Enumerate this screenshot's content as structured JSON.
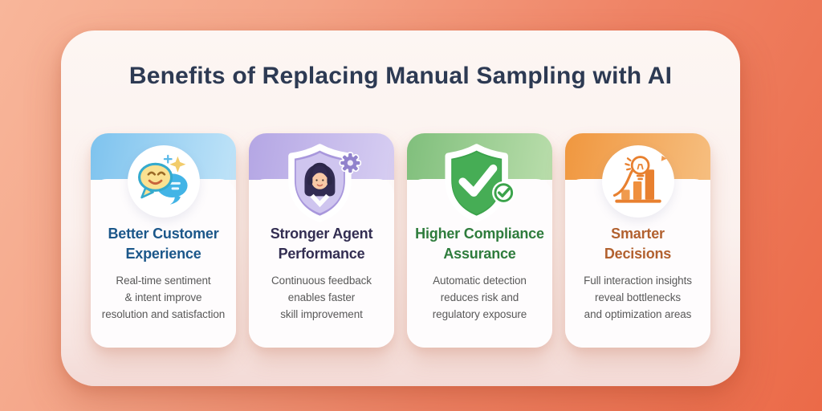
{
  "title": "Benefits of Replacing Manual Sampling with AI",
  "title_color": "#2D3A53",
  "background": {
    "top_left": "#F8B69A",
    "bottom_right": "#EB6A48",
    "panel": "#FCF4F1"
  },
  "body_text_color": "#595959",
  "cards": [
    {
      "name": "better-customer-experience",
      "icon": "chat-smiley-icon",
      "header_gradient": [
        "#7EC3EE",
        "#BFE3F8"
      ],
      "title_color": "#1B578A",
      "title_line1": "Better Customer",
      "title_line2": "Experience",
      "body_line1": "Real-time sentiment",
      "body_line2": "& intent improve",
      "body_line3": "resolution and satisfaction"
    },
    {
      "name": "stronger-agent-performance",
      "icon": "agent-shield-icon",
      "header_gradient": [
        "#B4A6E4",
        "#D7CEF2"
      ],
      "title_color": "#332E52",
      "title_line1": "Stronger Agent",
      "title_line2": "Performance",
      "body_line1": "Continuous feedback",
      "body_line2": "enables faster",
      "body_line3": "skill improvement"
    },
    {
      "name": "higher-compliance-assurance",
      "icon": "compliance-shield-icon",
      "header_gradient": [
        "#80BF7C",
        "#B9DDAB"
      ],
      "title_color": "#2E7C3C",
      "title_line1": "Higher Compliance",
      "title_line2": "Assurance",
      "body_line1": "Automatic detection",
      "body_line2": "reduces risk and",
      "body_line3": "regulatory exposure"
    },
    {
      "name": "smarter-decisions",
      "icon": "insights-growth-icon",
      "header_gradient": [
        "#F0973F",
        "#F6BE7F"
      ],
      "title_color": "#B2612F",
      "title_line1": "Smarter",
      "title_line2": "Decisions",
      "body_line1": "Full interaction insights",
      "body_line2": "reveal bottlenecks",
      "body_line3": "and optimization areas"
    }
  ]
}
